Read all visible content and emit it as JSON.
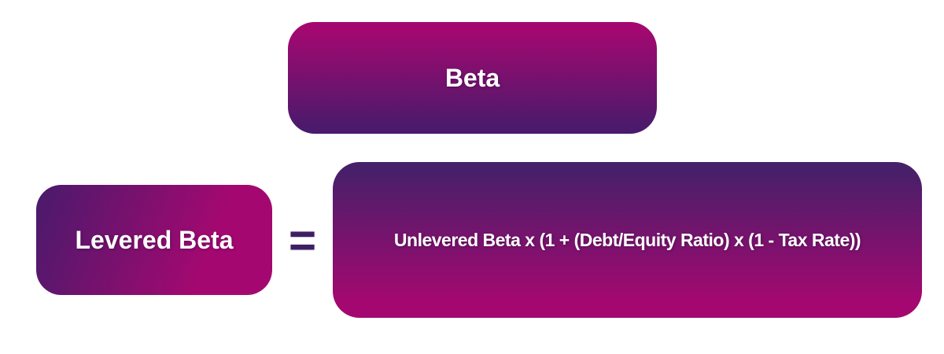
{
  "diagram": {
    "beta_label": "Beta",
    "levered_beta_label": "Levered Beta",
    "equals_symbol": "=",
    "formula_text": "Unlevered Beta x (1 + (Debt/Equity Ratio) x (1 - Tax Rate))",
    "colors": {
      "magenta": "#a40870",
      "dark_purple": "#4b1a6c",
      "formula_top_purple": "#46206a",
      "equals_purple": "#3d1f62",
      "label_text": "#ffffff",
      "background": "#ffffff"
    }
  }
}
